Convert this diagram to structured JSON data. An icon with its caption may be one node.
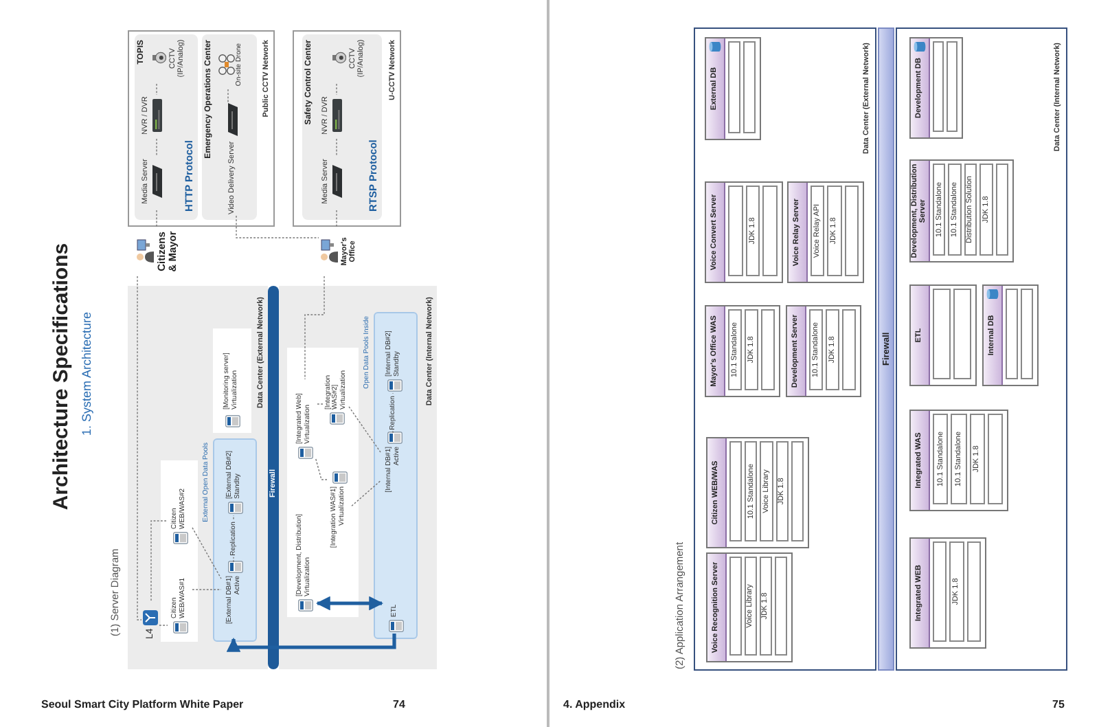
{
  "diagram": {
    "title": "Architecture Specifications",
    "nodes": [
      {
        "text": [
          "Public CCTV Network"
        ]
      },
      {
        "text": [
          "TOPIS",
          "HTTP Protocol"
        ],
        "in": 0
      },
      {
        "text": [
          "CCTV (IP/Analog)"
        ],
        "in": 1
      },
      {
        "text": [
          "NVR / DVR"
        ],
        "in": 1
      },
      {
        "text": [
          "Media Server"
        ],
        "in": 1
      },
      {
        "text": [
          "Emergency Operations Center"
        ],
        "in": 0
      },
      {
        "text": [
          "On-site Drone"
        ],
        "in": 5
      },
      {
        "text": [
          "Video Delivery Server"
        ],
        "in": 5
      },
      {
        "text": [
          "U-CCTV Network"
        ]
      },
      {
        "text": [
          "Safety Control Center",
          "RTSP Protocol"
        ],
        "in": 8
      },
      {
        "text": [
          "CCTV (IP/Analog)"
        ],
        "in": 9
      },
      {
        "text": [
          "NVR / DVR"
        ],
        "in": 9
      },
      {
        "text": [
          "Media Server"
        ],
        "in": 9
      },
      {
        "text": [
          "Citizens & Mayor"
        ]
      },
      {
        "text": [
          "Mayor's Office"
        ]
      },
      {
        "text": [
          "Data Center (External Network)"
        ]
      },
      {
        "text": [
          "L4"
        ],
        "in": 15
      },
      {
        "text": [
          "Citizen WEB/WAS#1"
        ],
        "in": 15
      },
      {
        "text": [
          "Citizen WEB/WAS#2"
        ],
        "in": 15
      },
      {
        "text": [
          "External Open Data Pools"
        ],
        "in": 15
      },
      {
        "text": [
          "[External DB#1] Active"
        ],
        "in": 19
      },
      {
        "text": [
          "[External DB#2] Standby"
        ],
        "in": 19
      },
      {
        "text": [
          "[Monitoring server] Virtualization"
        ],
        "in": 15
      },
      {
        "text": [
          "Firewall"
        ]
      },
      {
        "text": [
          "Data Center (Internal Network)"
        ]
      },
      {
        "text": [
          "[Integrated Web] Virtualization"
        ],
        "in": 24
      },
      {
        "text": [
          "[Integration WAS#2] Virtualization"
        ],
        "in": 24
      },
      {
        "text": [
          "[Integration WAS#1] Virtualization"
        ],
        "in": 24
      },
      {
        "text": [
          "[Development, Distribution] Virtualization"
        ],
        "in": 24
      },
      {
        "text": [
          "Open Data Pools Inside"
        ],
        "in": 24
      },
      {
        "text": [
          "[Internal DB#2] Standby"
        ],
        "in": 29
      },
      {
        "text": [
          "[Internal DB#1] Active"
        ],
        "in": 29
      },
      {
        "text": [
          "ETL"
        ],
        "in": 29
      },
      {
        "text": [
          "Data Center (External Network)"
        ]
      },
      {
        "text": [
          "Voice Recognition Server"
        ],
        "in": 33
      },
      {
        "text": [],
        "shape": "box",
        "in": 34
      },
      {
        "text": [
          "Voice Library"
        ],
        "in": 34
      },
      {
        "text": [
          "JDK 1.8"
        ],
        "in": 34
      },
      {
        "text": [],
        "shape": "box",
        "in": 34
      },
      {
        "text": [
          "Citizen WEB/WAS"
        ],
        "in": 33
      },
      {
        "text": [],
        "shape": "box",
        "in": 39
      },
      {
        "text": [
          "10.1 Standalone"
        ],
        "in": 39
      },
      {
        "text": [
          "Voice Library"
        ],
        "in": 39
      },
      {
        "text": [
          "JDK 1.8"
        ],
        "in": 39
      },
      {
        "text": [],
        "shape": "box",
        "in": 39
      },
      {
        "text": [
          "Mayor's Office WAS"
        ],
        "in": 33
      },
      {
        "text": [
          "10.1 Standalone"
        ],
        "in": 45
      },
      {
        "text": [
          "JDK 1.8"
        ],
        "in": 45
      },
      {
        "text": [],
        "shape": "box",
        "in": 45
      },
      {
        "text": [
          "Development Server"
        ],
        "in": 33
      },
      {
        "text": [
          "10.1 Standalone"
        ],
        "in": 49
      },
      {
        "text": [
          "JDK 1.8"
        ],
        "in": 49
      },
      {
        "text": [],
        "shape": "box",
        "in": 49
      },
      {
        "text": [
          "Voice Convert Server"
        ],
        "in": 33
      },
      {
        "text": [],
        "shape": "box",
        "in": 53
      },
      {
        "text": [
          "JDK 1.8"
        ],
        "in": 53
      },
      {
        "text": [],
        "shape": "box",
        "in": 53
      },
      {
        "text": [
          "Voice Relay Server"
        ],
        "in": 33
      },
      {
        "text": [
          "Voice Relay API"
        ],
        "in": 57
      },
      {
        "text": [
          "JDK 1.8"
        ],
        "in": 57
      },
      {
        "text": [],
        "shape": "box",
        "in": 57
      },
      {
        "text": [
          "External DB"
        ],
        "in": 33
      },
      {
        "text": [],
        "shape": "box",
        "in": 61
      },
      {
        "text": [],
        "shape": "box",
        "in": 61
      },
      {
        "text": [
          "Firewall"
        ]
      },
      {
        "text": [
          "Data Center (Internal Network)"
        ]
      },
      {
        "text": [
          "Integrated WEB"
        ],
        "in": 65
      },
      {
        "text": [],
        "shape": "box",
        "in": 66
      },
      {
        "text": [
          "JDK 1.8"
        ],
        "in": 66
      },
      {
        "text": [],
        "shape": "box",
        "in": 66
      },
      {
        "text": [
          "Integrated WAS"
        ],
        "in": 65
      },
      {
        "text": [
          "10.1 Standalone"
        ],
        "in": 70
      },
      {
        "text": [
          "10.1 Standalone"
        ],
        "in": 70
      },
      {
        "text": [
          "JDK 1.8"
        ],
        "in": 70
      },
      {
        "text": [],
        "shape": "box",
        "in": 70
      },
      {
        "text": [
          "ETL"
        ],
        "in": 65
      },
      {
        "text": [],
        "shape": "box",
        "in": 75
      },
      {
        "text": [],
        "shape": "box",
        "in": 75
      },
      {
        "text": [
          "Internal DB"
        ],
        "in": 65
      },
      {
        "text": [],
        "shape": "box",
        "in": 78
      },
      {
        "text": [],
        "shape": "box",
        "in": 78
      },
      {
        "text": [
          "Development, Distribution Server"
        ],
        "in": 65
      },
      {
        "text": [
          "10.1 Standalone"
        ],
        "in": 81
      },
      {
        "text": [
          "10.1 Standalone"
        ],
        "in": 81
      },
      {
        "text": [
          "Distribution Solution"
        ],
        "in": 81
      },
      {
        "text": [
          "JDK 1.8"
        ],
        "in": 81
      },
      {
        "text": [],
        "shape": "box",
        "in": 81
      },
      {
        "text": [
          "Development DB"
        ],
        "in": 65
      },
      {
        "text": [],
        "shape": "box",
        "in": 87
      },
      {
        "text": [],
        "shape": "box",
        "in": 87
      }
    ],
    "edges": [
      {
        "from": 2,
        "to": 3,
        "arrow": "none",
        "style": "dashed"
      },
      {
        "from": 3,
        "to": 4,
        "arrow": "none",
        "style": "dashed"
      },
      {
        "from": 6,
        "to": 7,
        "arrow": "none",
        "style": "dashed"
      },
      {
        "from": 10,
        "to": 11,
        "arrow": "none",
        "style": "dashed"
      },
      {
        "from": 11,
        "to": 12,
        "arrow": "none",
        "style": "dashed"
      },
      {
        "from": 4,
        "to": 13,
        "arrow": "none",
        "style": "dashed"
      },
      {
        "from": 7,
        "to": 14,
        "arrow": "none",
        "style": "dashed"
      },
      {
        "from": 12,
        "to": 14,
        "arrow": "none",
        "style": "dashed"
      },
      {
        "from": 13,
        "to": 16,
        "arrow": "none",
        "style": "dashed"
      },
      {
        "from": 14,
        "to": 25,
        "arrow": "none",
        "style": "dashed"
      },
      {
        "from": 16,
        "to": 17,
        "arrow": "none",
        "style": "dashed"
      },
      {
        "from": 16,
        "to": 18,
        "arrow": "none",
        "style": "dashed"
      },
      {
        "from": 17,
        "to": 20,
        "arrow": "none",
        "style": "dashed"
      },
      {
        "from": 18,
        "to": 20,
        "arrow": "none",
        "style": "dashed"
      },
      {
        "from": 20,
        "to": 21,
        "arrow": "none",
        "label": "Replication",
        "style": "dashed"
      },
      {
        "from": 25,
        "to": 26,
        "arrow": "none",
        "style": "dashed"
      },
      {
        "from": 25,
        "to": 27,
        "arrow": "none",
        "style": "dashed"
      },
      {
        "from": 26,
        "to": 31,
        "arrow": "none",
        "style": "dashed"
      },
      {
        "from": 27,
        "to": 31,
        "arrow": "none",
        "style": "dashed"
      },
      {
        "from": 31,
        "to": 30,
        "arrow": "none",
        "label": "Replication",
        "style": "dashed"
      },
      {
        "from": 32,
        "to": 28,
        "arrow": "both",
        "style": "thick",
        "color": "#1f5fa0"
      },
      {
        "from": 32,
        "to": 20,
        "arrow": "to",
        "style": "thick",
        "color": "#1f5fa0"
      }
    ],
    "labels": [
      "1. System Architecture",
      "(1) Server Diagram",
      "Seoul Smart City Platform White Paper",
      "74",
      "(2) Application Arrangement",
      "4. Appendix",
      "75"
    ]
  }
}
